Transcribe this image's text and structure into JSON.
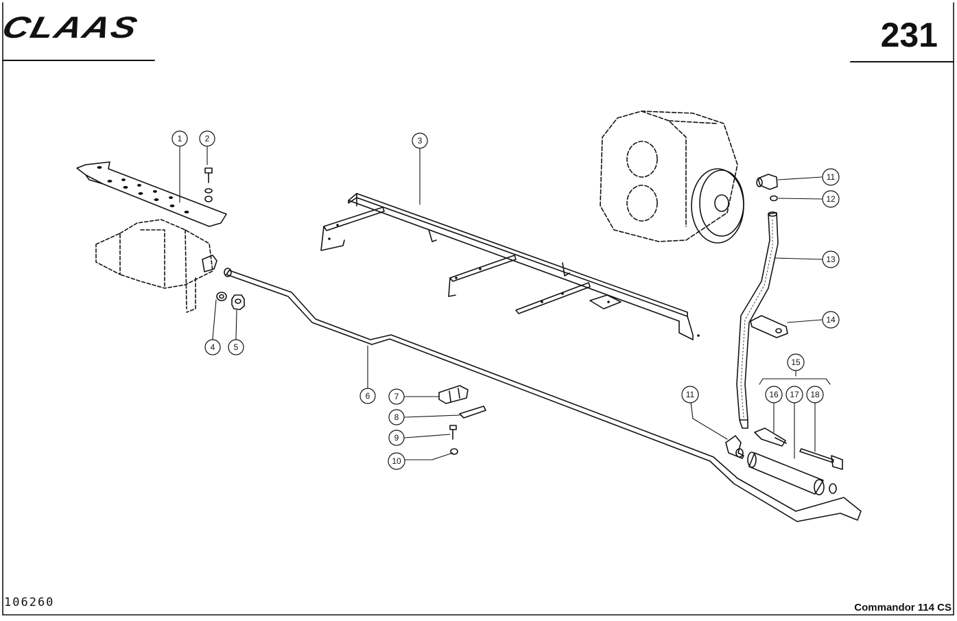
{
  "header": {
    "brand": "CLAAS",
    "page_number": "231"
  },
  "footer": {
    "doc_code": "106260",
    "model": "Commandor 114 CS"
  },
  "callouts": {
    "c1": "1",
    "c2": "2",
    "c3": "3",
    "c4": "4",
    "c5": "5",
    "c6": "6",
    "c7": "7",
    "c8": "8",
    "c9": "9",
    "c10": "10",
    "c11a": "11",
    "c11b": "11",
    "c12": "12",
    "c13": "13",
    "c14": "14",
    "c15": "15",
    "c16": "16",
    "c17": "17",
    "c18": "18"
  },
  "colors": {
    "ink": "#111111",
    "paper": "#ffffff"
  }
}
